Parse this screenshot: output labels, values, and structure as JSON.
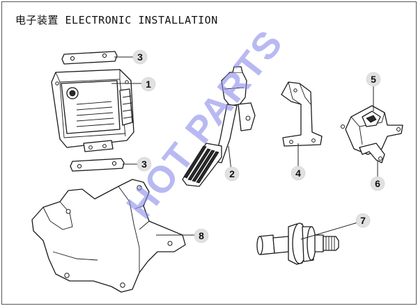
{
  "title": "电子装置 ELECTRONIC INSTALLATION",
  "watermark": "HOT PARTS",
  "callouts": [
    {
      "id": "callout-1",
      "label": "1"
    },
    {
      "id": "callout-2",
      "label": "2"
    },
    {
      "id": "callout-3a",
      "label": "3"
    },
    {
      "id": "callout-3b",
      "label": "3"
    },
    {
      "id": "callout-4",
      "label": "4"
    },
    {
      "id": "callout-5",
      "label": "5"
    },
    {
      "id": "callout-6",
      "label": "6"
    },
    {
      "id": "callout-7",
      "label": "7"
    },
    {
      "id": "callout-8",
      "label": "8"
    }
  ]
}
